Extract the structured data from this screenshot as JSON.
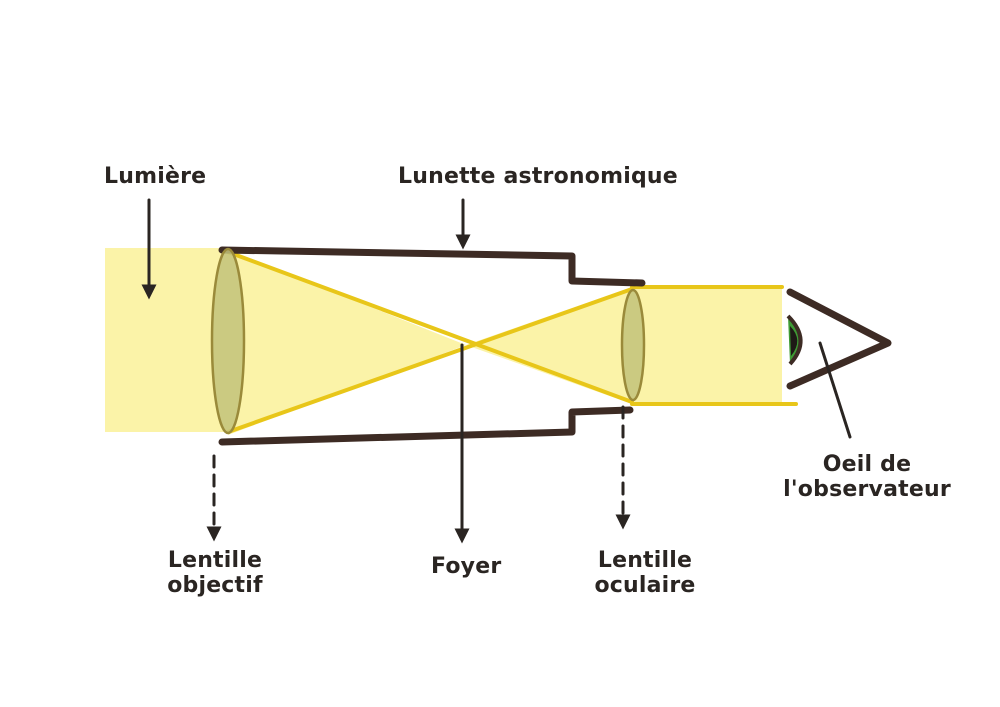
{
  "labels": {
    "lumiere": "Lumière",
    "lunette": "Lunette astronomique",
    "lentille_objectif": [
      "Lentille",
      "objectif"
    ],
    "foyer": "Foyer",
    "lentille_oculaire": [
      "Lentille",
      "oculaire"
    ],
    "oeil": [
      "Oeil de",
      "l'observateur"
    ]
  },
  "colors": {
    "light_fill": "#fbf3a8",
    "ray": "#e8c619",
    "tube": "#3d2b24",
    "lens": "#c2c27a",
    "lens_edge": "#9a8a3a",
    "eye_iris": "#3e9a34",
    "arrow": "#2a2522"
  }
}
